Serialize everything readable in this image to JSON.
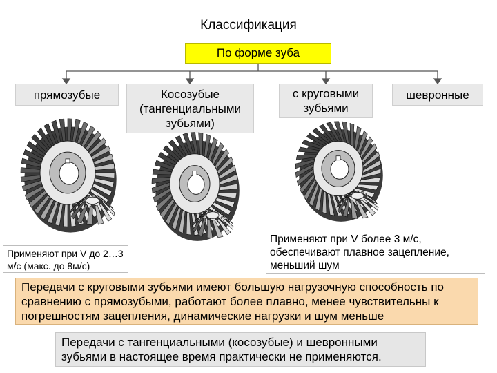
{
  "title": "Классификация",
  "root": {
    "label": "По форме зуба"
  },
  "categories": [
    {
      "label": "прямозубые"
    },
    {
      "label": "Косозубые (тангенциальными зубьями)"
    },
    {
      "label": "с круговыми зубьями"
    },
    {
      "label": "шевронные"
    }
  ],
  "notes": {
    "straight": "Применяют при V до 2…3 м/с (макс. до 8м/с)",
    "circular": "Применяют при V более 3 м/с, обеспечивают плавное зацепление, меньший шум"
  },
  "paragraphs": [
    "Передачи с круговыми зубьями имеют большую нагрузочную способность по сравнению с прямозубыми, работают более плавно, менее чувствительны к погрешностям зацепления, динамические нагрузки и шум меньше",
    "Передачи с тангенциальными (косозубые) и шевронными зубьями в настоящее время практически не применяются."
  ],
  "images": [
    {
      "icon": "straight-bevel-gear-icon"
    },
    {
      "icon": "helical-bevel-gear-icon"
    },
    {
      "icon": "spiral-bevel-gear-icon"
    }
  ],
  "colors": {
    "root_fill": "#ffff00",
    "category_fill": "#e9e9e9",
    "paragraph_1_fill": "#fad9ad",
    "paragraph_2_fill": "#e6e6e6"
  }
}
